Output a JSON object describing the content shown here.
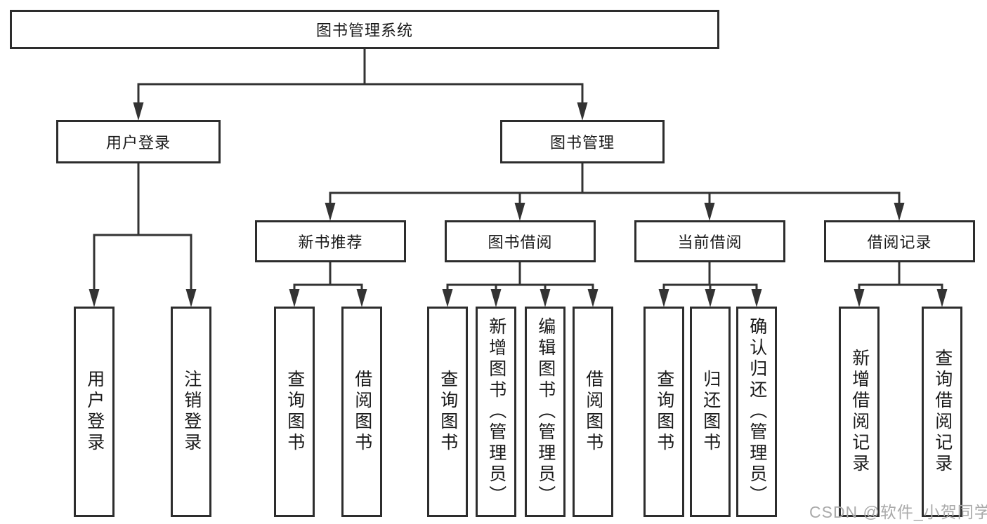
{
  "tree": {
    "label": "图书管理系统",
    "children": [
      {
        "label": "用户登录",
        "children": [
          {
            "label": "用户登录"
          },
          {
            "label": "注销登录"
          }
        ]
      },
      {
        "label": "图书管理",
        "children": [
          {
            "label": "新书推荐",
            "children": [
              {
                "label": "查询图书"
              },
              {
                "label": "借阅图书"
              }
            ]
          },
          {
            "label": "图书借阅",
            "children": [
              {
                "label": "查询图书"
              },
              {
                "label": "新增图书（管理员）"
              },
              {
                "label": "编辑图书（管理员）"
              },
              {
                "label": "借阅图书"
              }
            ]
          },
          {
            "label": "当前借阅",
            "children": [
              {
                "label": "查询图书"
              },
              {
                "label": "归还图书"
              },
              {
                "label": "确认归还（管理员）"
              }
            ]
          },
          {
            "label": "借阅记录",
            "children": [
              {
                "label": "新增借阅记录"
              },
              {
                "label": "查询借阅记录"
              }
            ]
          }
        ]
      }
    ]
  },
  "watermark": {
    "text": "CSDN @软件_小贺同学"
  },
  "colors": {
    "line": "#333333",
    "box_border": "#2d2d2d",
    "text": "#1a1a1a",
    "background": "#ffffff",
    "watermark": "#aaaaaa"
  }
}
